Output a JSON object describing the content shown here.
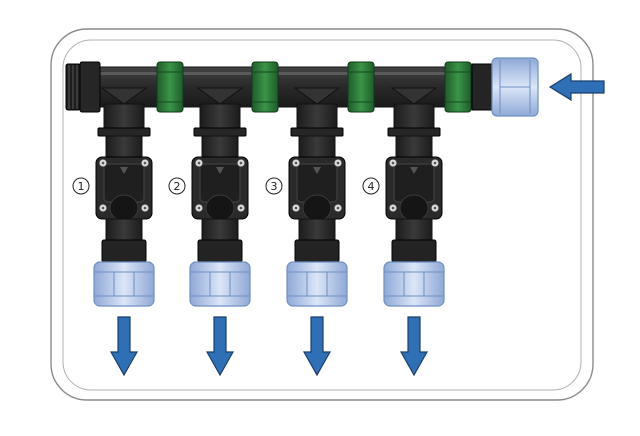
{
  "diagram": {
    "type": "irrigation-valve-manifold",
    "valves": [
      {
        "number": "1"
      },
      {
        "number": "2"
      },
      {
        "number": "3"
      },
      {
        "number": "4"
      }
    ],
    "colors": {
      "background": "#ffffff",
      "box_outline": "#8c8c8c",
      "pipe_body": "#2b2b2b",
      "pipe_highlight": "#5a5a5a",
      "coupling_green": "#2f7d3a",
      "fitting_blue": "#b8cdee",
      "fitting_blue_dark": "#6f8fc4",
      "arrow_blue": "#2f6fb5",
      "arrow_outline": "#1a3f6b",
      "screw": "#d9d9d9"
    },
    "flow": {
      "inlet_direction": "left",
      "outlet_direction": "down"
    }
  }
}
